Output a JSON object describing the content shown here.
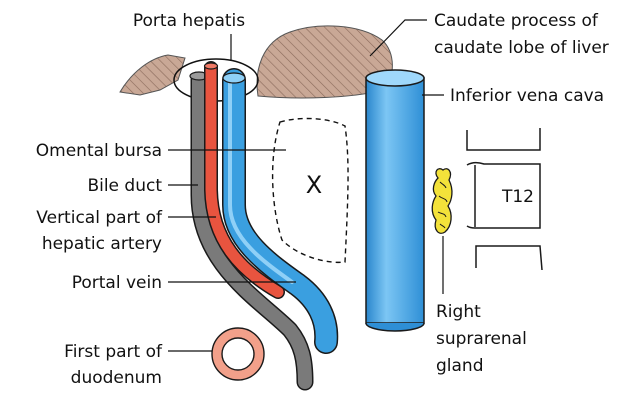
{
  "labels": {
    "porta_hepatis": "Porta hepatis",
    "caudate_line1": "Caudate process of",
    "caudate_line2": "caudate lobe of liver",
    "ivc": "Inferior vena cava",
    "omental_bursa": "Omental bursa",
    "bile_duct": "Bile duct",
    "hepatic_artery_line1": "Vertical part of",
    "hepatic_artery_line2": "hepatic artery",
    "portal_vein": "Portal vein",
    "duodenum_line1": "First part of",
    "duodenum_line2": "duodenum",
    "suprarenal_line1": "Right",
    "suprarenal_line2": "suprarenal",
    "suprarenal_line3": "gland",
    "vertebra": "T12",
    "foramen_mark": "X"
  },
  "colors": {
    "liver": "#c9a896",
    "liver_hatch": "#8a6a5a",
    "vein_blue": "#3a9fe0",
    "vein_blue_light": "#8fd0f7",
    "artery_red": "#e8543f",
    "bile_gray": "#7a7a7a",
    "duodenum": "#f2a08a",
    "suprarenal": "#f3e23a",
    "outline": "#1a1a1a"
  }
}
